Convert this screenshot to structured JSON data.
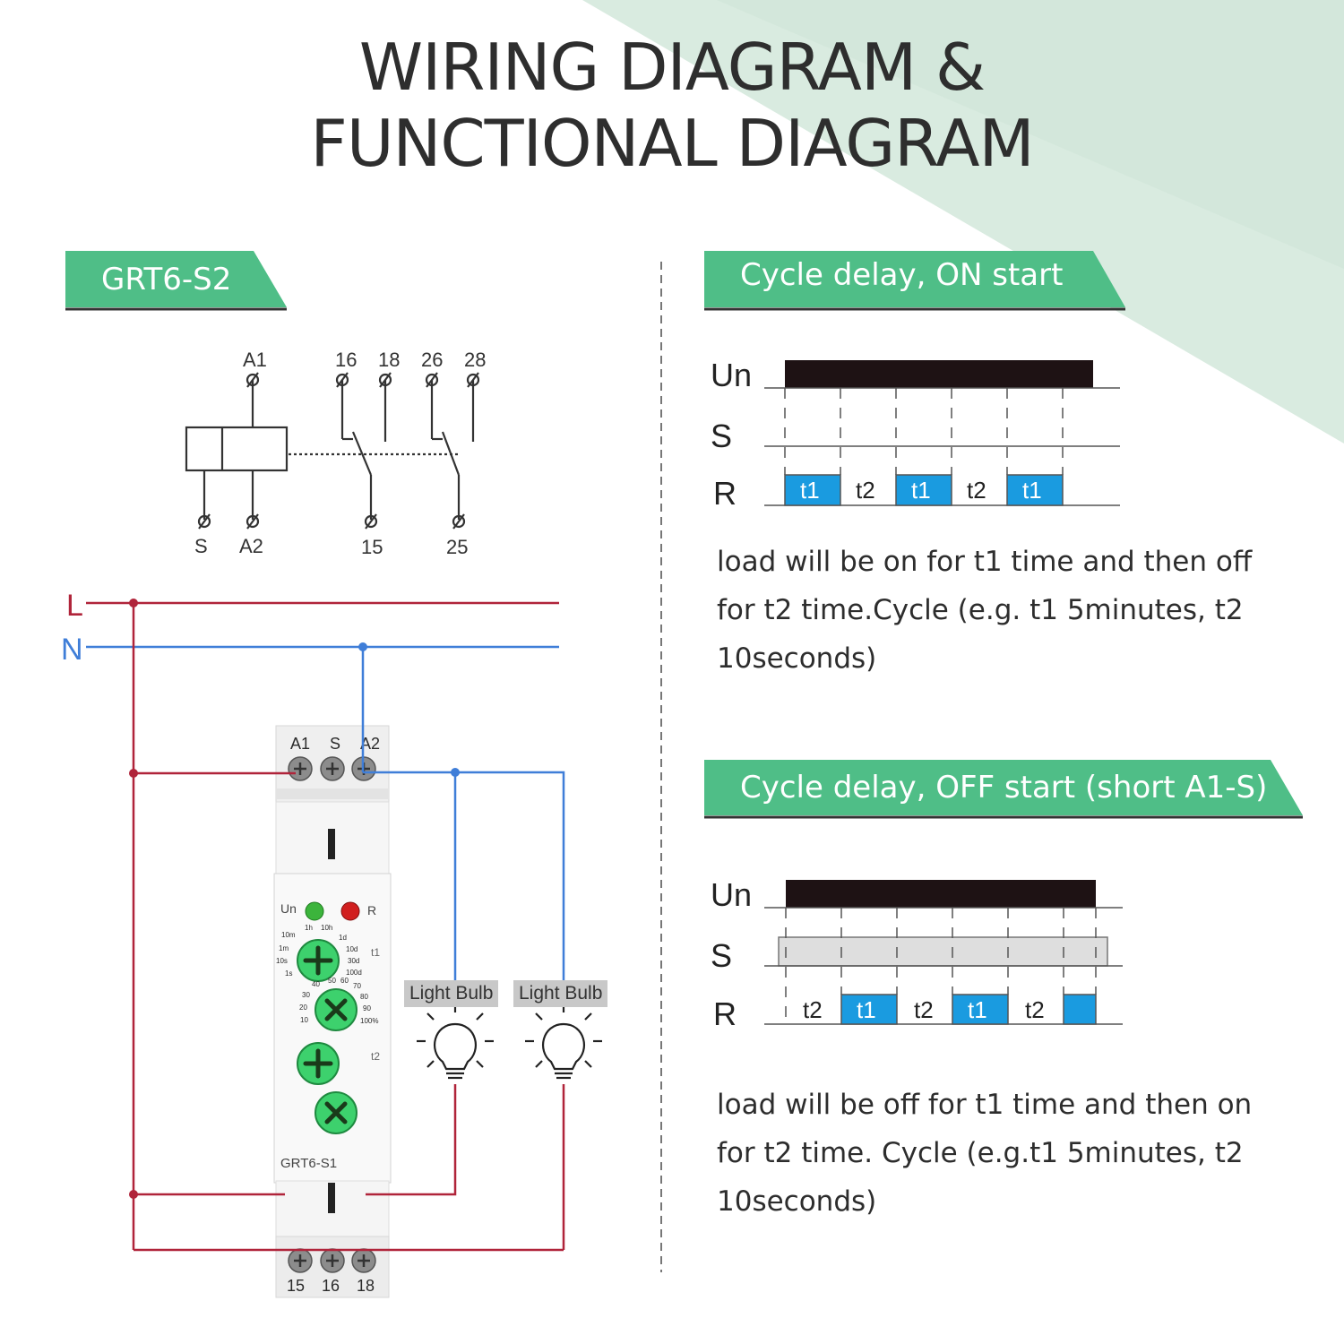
{
  "title": {
    "line1": "WIRING DIAGRAM &",
    "line2": "FUNCTIONAL DIAGRAM"
  },
  "colors": {
    "green": "#4fbe87",
    "blue": "#1a9be0",
    "red": "#b0243a",
    "wire_blue": "#3f7ed8",
    "bg_accent": "#d6e9de"
  },
  "left": {
    "banner": "GRT6-S2",
    "schematic": {
      "top_terminals": [
        "A1",
        "16",
        "18",
        "26",
        "28"
      ],
      "bottom_terminals": [
        "S",
        "A2",
        "15",
        "25"
      ]
    },
    "lines": {
      "L": "L",
      "N": "N"
    },
    "device": {
      "top_terminals": [
        "A1",
        "S",
        "A2"
      ],
      "bottom_terminals": [
        "15",
        "16",
        "18"
      ],
      "indicator_un": "Un",
      "indicator_r": "R",
      "t1": "t1",
      "t2": "t2",
      "model": "GRT6-S1",
      "dial_time_labels": [
        "1h",
        "10h",
        "10m",
        "1d",
        "1m",
        "10d",
        "10s",
        "30d",
        "1s",
        "100d"
      ],
      "dial_pct_labels": [
        "40",
        "50",
        "60",
        "70",
        "30",
        "80",
        "20",
        "90",
        "10",
        "100%"
      ]
    },
    "bulbs": [
      "Light Bulb",
      "Light Bulb"
    ]
  },
  "right": {
    "diagram1": {
      "banner": "Cycle delay, ON start",
      "signals": [
        "Un",
        "S",
        "R"
      ],
      "segments": [
        {
          "label": "t1",
          "on": true
        },
        {
          "label": "t2",
          "on": false
        },
        {
          "label": "t1",
          "on": true
        },
        {
          "label": "t2",
          "on": false
        },
        {
          "label": "t1",
          "on": true
        }
      ],
      "description": "load will be on for t1 time and then off for t2 time.Cycle (e.g. t1 5minutes, t2 10seconds)"
    },
    "diagram2": {
      "banner": "Cycle delay, OFF start (short A1-S)",
      "signals": [
        "Un",
        "S",
        "R"
      ],
      "segments": [
        {
          "label": "t2",
          "on": false
        },
        {
          "label": "t1",
          "on": true
        },
        {
          "label": "t2",
          "on": false
        },
        {
          "label": "t1",
          "on": true
        },
        {
          "label": "t2",
          "on": false
        },
        {
          "label": "",
          "on": true
        }
      ],
      "description": "load will be off for t1 time and then on for t2 time. Cycle (e.g.t1 5minutes, t2 10seconds)"
    }
  }
}
